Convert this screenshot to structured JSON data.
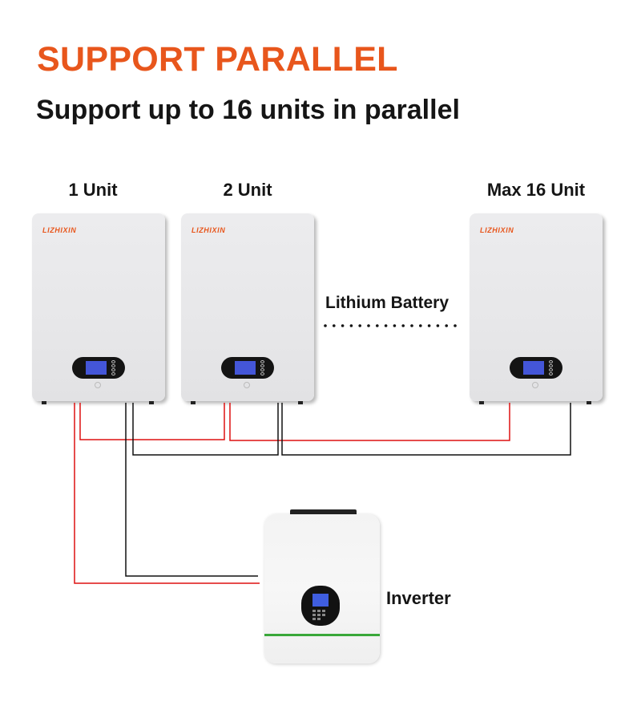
{
  "header": {
    "title": "SUPPORT PARALLEL",
    "subtitle": "Support up to 16 units in parallel"
  },
  "batteries": [
    {
      "label": "1 Unit",
      "brand": "LIZHIXIN"
    },
    {
      "label": "2 Unit",
      "brand": "LIZHIXIN"
    },
    {
      "label": "Max 16 Unit",
      "brand": "LIZHIXIN"
    }
  ],
  "middle": {
    "label": "Lithium Battery",
    "ellipsis_dots": 16
  },
  "inverter": {
    "label": "Inverter"
  },
  "colors": {
    "accent": "#e8561c",
    "positive_wire": "#dd1111",
    "negative_wire": "#111111",
    "inverter_stripe": "#3aa83a",
    "screen": "#4456d8"
  }
}
